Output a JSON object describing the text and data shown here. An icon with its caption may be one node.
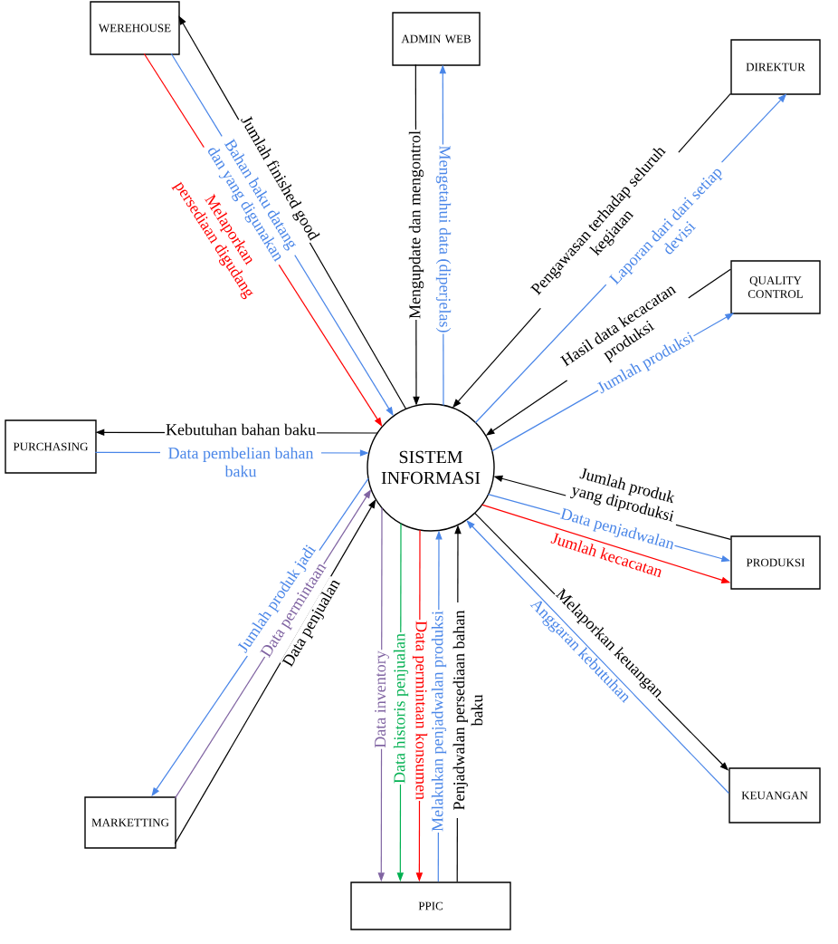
{
  "diagram": {
    "nodes": [
      {
        "text": [
          "WEREHOUSE"
        ]
      },
      {
        "text": [
          "ADMIN WEB"
        ]
      },
      {
        "text": [
          "DIREKTUR"
        ]
      },
      {
        "text": [
          "QUALITY CONTROL"
        ]
      },
      {
        "text": [
          "PURCHASING"
        ]
      },
      {
        "text": [
          "SISTEM INFORMASI"
        ]
      },
      {
        "text": [
          "PRODUKSI"
        ]
      },
      {
        "text": [
          "KEUANGAN"
        ]
      },
      {
        "text": [
          "MARKETTING"
        ]
      },
      {
        "text": [
          "PPIC"
        ]
      }
    ],
    "edges": [
      {
        "from": 5,
        "to": 0,
        "arrow": "to",
        "label": "Jumlah finished good"
      },
      {
        "from": 0,
        "to": 5,
        "arrow": "to",
        "label": "Bahan baku datang dan yang digunakan",
        "color": "#4a86e8"
      },
      {
        "from": 0,
        "to": 5,
        "arrow": "to",
        "label": "Melaporkan persediaan digudang",
        "color": "#ff0000"
      },
      {
        "from": 1,
        "to": 5,
        "arrow": "to",
        "label": "Mengupdate dan mengontrol"
      },
      {
        "from": 5,
        "to": 1,
        "arrow": "to",
        "label": "Mengetahui data (diperjelas)",
        "color": "#4a86e8"
      },
      {
        "from": 2,
        "to": 5,
        "arrow": "to",
        "label": "Pengawasan terhadap seluruh kegiatan"
      },
      {
        "from": 5,
        "to": 2,
        "arrow": "to",
        "label": "Laporan dari dari setiap devisi",
        "color": "#4a86e8"
      },
      {
        "from": 3,
        "to": 5,
        "arrow": "to",
        "label": "Hasil data kecacatan produksi"
      },
      {
        "from": 5,
        "to": 3,
        "arrow": "to",
        "label": "Jumlah produksi",
        "color": "#4a86e8"
      },
      {
        "from": 5,
        "to": 4,
        "arrow": "to",
        "label": "Kebutuhan bahan baku"
      },
      {
        "from": 4,
        "to": 5,
        "arrow": "to",
        "label": "Data pembelian bahan baku",
        "color": "#4a86e8"
      },
      {
        "from": 6,
        "to": 5,
        "arrow": "to",
        "label": "Jumlah produk yang diproduksi"
      },
      {
        "from": 5,
        "to": 6,
        "arrow": "to",
        "label": "Data penjadwalan",
        "color": "#4a86e8"
      },
      {
        "from": 5,
        "to": 6,
        "arrow": "to",
        "label": "Jumlah kecacatan",
        "color": "#ff0000"
      },
      {
        "from": 5,
        "to": 7,
        "arrow": "to",
        "label": "Melaporkan keuangan"
      },
      {
        "from": 7,
        "to": 5,
        "arrow": "to",
        "label": "Anggaran kebutuhan",
        "color": "#4a86e8"
      },
      {
        "from": 5,
        "to": 8,
        "arrow": "to",
        "label": "Jumlah produk jadi",
        "color": "#4a86e8"
      },
      {
        "from": 8,
        "to": 5,
        "arrow": "to",
        "label": "Data permintaan",
        "color": "#8064a2"
      },
      {
        "from": 8,
        "to": 5,
        "arrow": "to",
        "label": "Data penjualan"
      },
      {
        "from": 5,
        "to": 9,
        "arrow": "to",
        "label": "Data inventory",
        "color": "#8064a2"
      },
      {
        "from": 5,
        "to": 9,
        "arrow": "to",
        "label": "Data historis penjualan",
        "color": "#00b050"
      },
      {
        "from": 5,
        "to": 9,
        "arrow": "to",
        "label": "Data permintaan konsumen",
        "color": "#ff0000"
      },
      {
        "from": 9,
        "to": 5,
        "arrow": "to",
        "label": "Melakukan penjadwalan produksi",
        "color": "#4a86e8"
      },
      {
        "from": 9,
        "to": 5,
        "arrow": "to",
        "label": "Penjadwalan persediaan bahan baku"
      }
    ]
  }
}
